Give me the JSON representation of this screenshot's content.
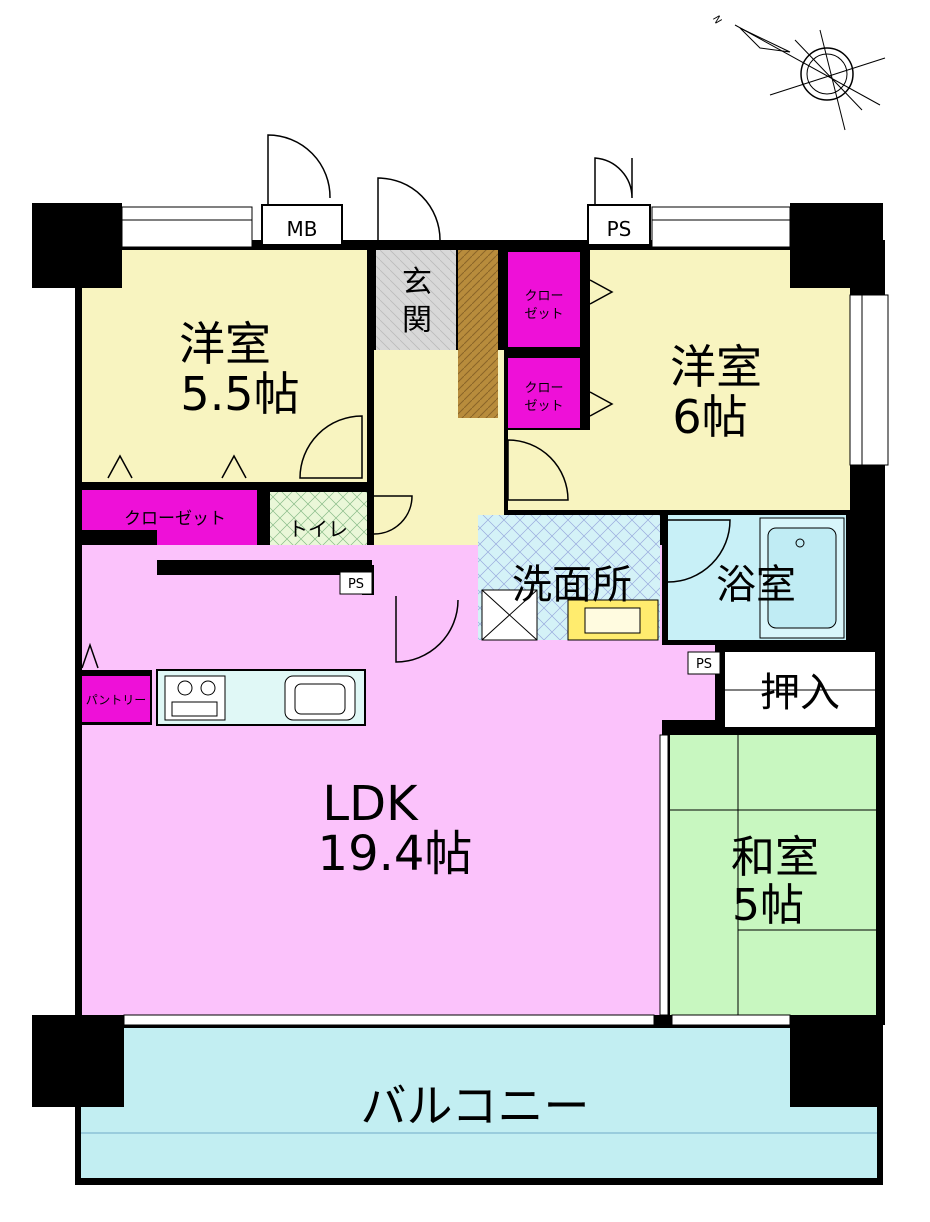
{
  "compass": {
    "north_mark": "N"
  },
  "rooms": {
    "western_room_left": {
      "name": "洋室",
      "size": "5.5帖"
    },
    "western_room_right": {
      "name": "洋室",
      "size": "6帖"
    },
    "ldk": {
      "name": "LDK",
      "size": "19.4帖"
    },
    "japanese_room": {
      "name": "和室",
      "size": "5帖"
    },
    "entrance": {
      "line1": "玄",
      "line2": "関"
    },
    "washroom": {
      "name": "洗面所"
    },
    "bathroom": {
      "name": "浴室"
    },
    "toilet": {
      "name": "トイレ"
    },
    "oshiire": {
      "name": "押入"
    },
    "balcony": {
      "name": "バルコニー"
    }
  },
  "storage": {
    "closet_left": "クローゼット",
    "closet_upper": {
      "line1": "クロー",
      "line2": "ゼット"
    },
    "closet_lower": {
      "line1": "クロー",
      "line2": "ゼット"
    },
    "pantry": "パントリー"
  },
  "shafts": {
    "mb": "MB",
    "ps_top": "PS",
    "ps_mid": "PS",
    "ps_right": "PS"
  },
  "colors": {
    "western_room": "#f8f4c0",
    "ldk": "#fbc2fb",
    "japanese_room": "#c8f7c0",
    "bathroom": "#c8f0f7",
    "balcony": "#c2eef2",
    "closet": "#ee10d8",
    "entrance": "#d8d8d8",
    "shoe_cabinet": "#b88c3c",
    "wall": "#000000"
  }
}
